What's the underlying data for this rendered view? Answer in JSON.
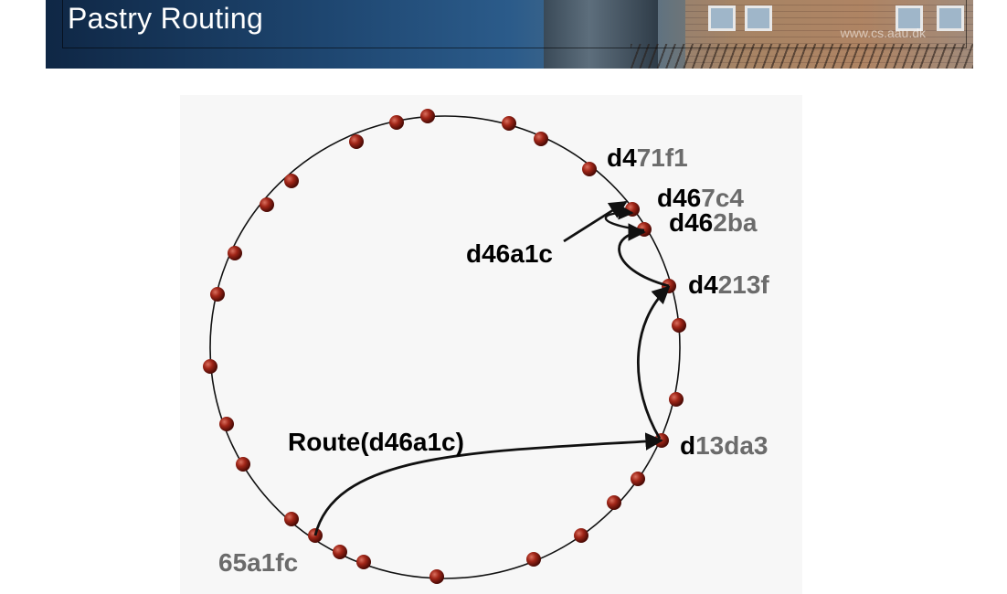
{
  "header": {
    "title": "Pastry Routing",
    "url": "www.cs.aau.dk"
  },
  "diagram": {
    "route_label": "Route(d46a1c)",
    "target_label": "d46a1c",
    "nodes": [
      {
        "id": "65a1fc",
        "prefix": "",
        "rest": "65a1fc"
      },
      {
        "id": "d13da3",
        "prefix": "d",
        "rest": "13da3"
      },
      {
        "id": "d4213f",
        "prefix": "d4",
        "rest": "213f"
      },
      {
        "id": "d462ba",
        "prefix": "d46",
        "rest": "2ba"
      },
      {
        "id": "d467c4",
        "prefix": "d46",
        "rest": "7c4"
      },
      {
        "id": "d471f1",
        "prefix": "d4",
        "rest": "71f1"
      }
    ],
    "colors": {
      "node": "#8b1a10",
      "prefix_text": "#000000",
      "rest_text": "#6b6b6b",
      "ring": "#111111"
    }
  }
}
